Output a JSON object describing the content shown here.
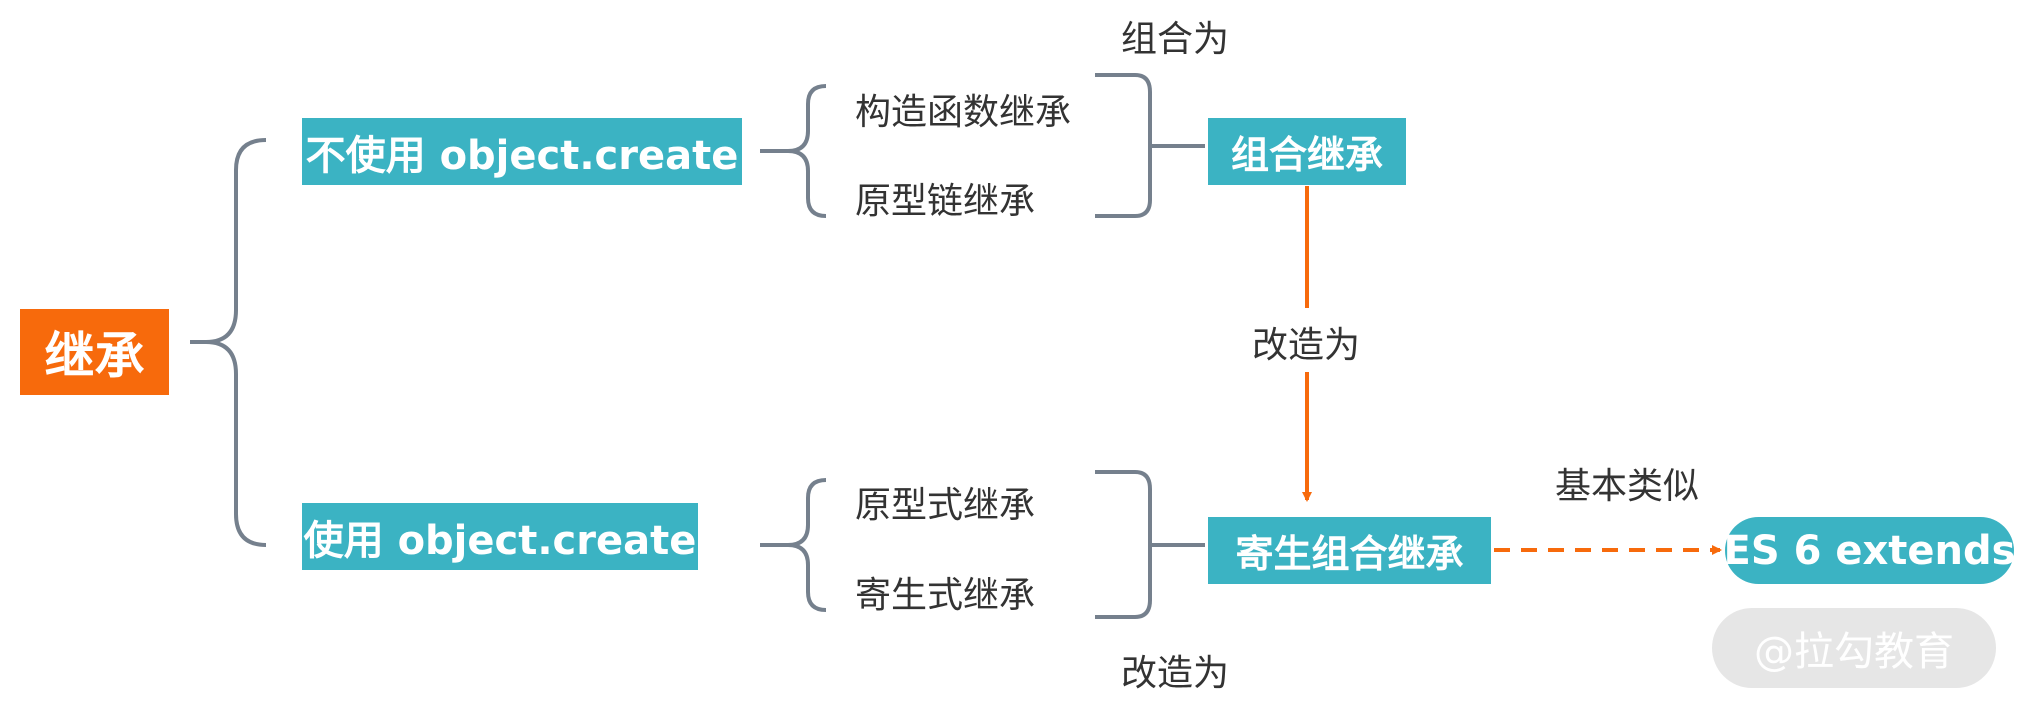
{
  "nodes": {
    "root": "继承",
    "no_create": "不使用 object.create",
    "use_create": "使用 object.create",
    "combo": "组合继承",
    "parasitic_combo": "寄生组合继承",
    "es6": "ES 6 extends"
  },
  "leaves": {
    "constructor": "构造函数继承",
    "prototype_chain": "原型链继承",
    "prototypal": "原型式继承",
    "parasitic": "寄生式继承"
  },
  "edge_labels": {
    "combine": "组合为",
    "modify_mid": "改造为",
    "modify_bottom": "改造为",
    "similar": "基本类似"
  },
  "watermark": "@拉勾教育",
  "colors": {
    "teal": "#3bb3c3",
    "orange": "#f76a0c",
    "bracket": "#75808d",
    "text": "#333333"
  }
}
